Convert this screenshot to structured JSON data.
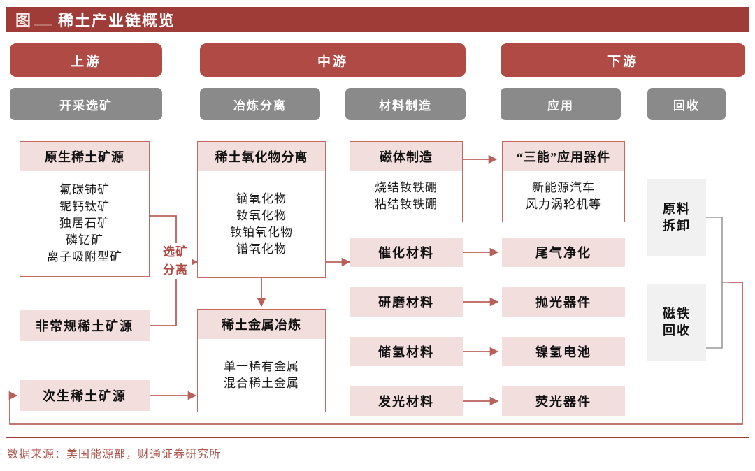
{
  "title": {
    "prefix": "图",
    "text": "稀土产业链概览"
  },
  "stages": [
    {
      "label": "上游"
    },
    {
      "label": "中游"
    },
    {
      "label": "下游"
    }
  ],
  "substages": [
    {
      "label": "开采选矿"
    },
    {
      "label": "冶炼分离"
    },
    {
      "label": "材料制造"
    },
    {
      "label": "应用"
    },
    {
      "label": "回收"
    }
  ],
  "cards": {
    "primary_ore": {
      "head": "原生稀土矿源",
      "items": [
        "氟碳铈矿",
        "铌钙钛矿",
        "独居石矿",
        "磷钇矿",
        "离子吸附型矿"
      ]
    },
    "oxide_separation": {
      "head": "稀土氧化物分离",
      "items": [
        "镝氧化物",
        "钕氧化物",
        "钕铂氧化物",
        "镨氧化物"
      ]
    },
    "metal_smelting": {
      "head": "稀土金属冶炼",
      "items": [
        "单一稀有金属",
        "混合稀土金属"
      ]
    },
    "magnet_manufacture": {
      "head": "磁体制造",
      "items": [
        "烧结钕铁硼",
        "粘结钕铁硼"
      ]
    },
    "three_energy_devices": {
      "head": "“三能”应用器件",
      "items": [
        "新能源汽车",
        "风力涡轮机等"
      ]
    }
  },
  "ore_sources": {
    "unconventional": "非常规稀土矿源",
    "secondary": "次生稀土矿源"
  },
  "materials": [
    {
      "material": "催化材料",
      "application": "尾气净化"
    },
    {
      "material": "研磨材料",
      "application": "抛光器件"
    },
    {
      "material": "储氢材料",
      "application": "镍氢电池"
    },
    {
      "material": "发光材料",
      "application": "荧光器件"
    }
  ],
  "recycling": [
    {
      "line1": "原料",
      "line2": "拆卸"
    },
    {
      "line1": "磁铁",
      "line2": "回收"
    }
  ],
  "connector_labels": {
    "beneficiation": "选矿",
    "separation": "分离"
  },
  "footer": {
    "source": "数据来源：美国能源部，财通证券研究所"
  },
  "colors": {
    "brand_red": "#a03c38",
    "pill_red": "#b04a45",
    "gray_pill": "#8a8a8a",
    "pink_fill": "#f2dedc",
    "card_border": "#c06a63",
    "gray_fill": "#f1f1f1",
    "footer_text": "#a9544c"
  }
}
